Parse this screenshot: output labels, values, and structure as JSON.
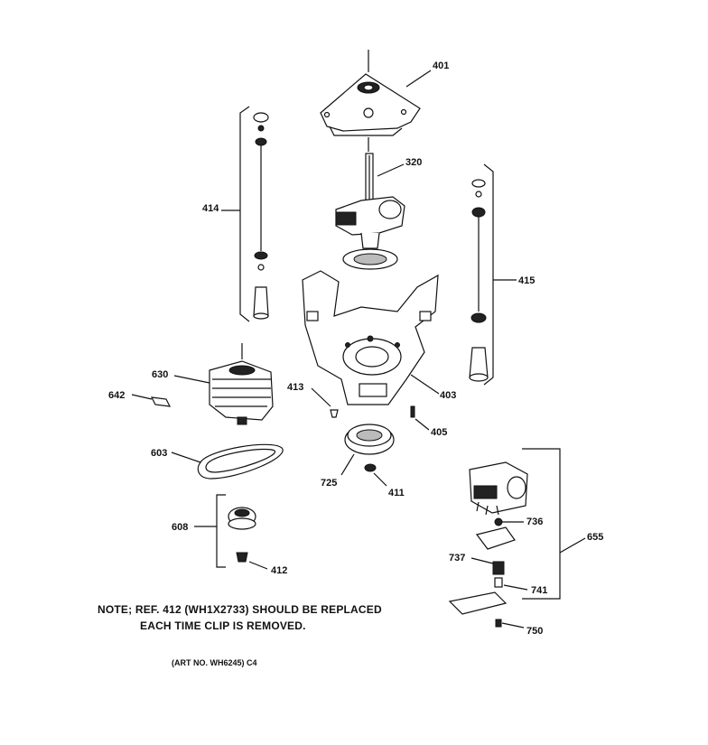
{
  "parts": [
    {
      "id": "p401",
      "label": "401"
    },
    {
      "id": "p320",
      "label": "320"
    },
    {
      "id": "p414",
      "label": "414"
    },
    {
      "id": "p415",
      "label": "415"
    },
    {
      "id": "p630",
      "label": "630"
    },
    {
      "id": "p642",
      "label": "642"
    },
    {
      "id": "p413",
      "label": "413"
    },
    {
      "id": "p403",
      "label": "403"
    },
    {
      "id": "p405",
      "label": "405"
    },
    {
      "id": "p603",
      "label": "603"
    },
    {
      "id": "p725",
      "label": "725"
    },
    {
      "id": "p411",
      "label": "411"
    },
    {
      "id": "p608",
      "label": "608"
    },
    {
      "id": "p412",
      "label": "412"
    },
    {
      "id": "p655",
      "label": "655"
    },
    {
      "id": "p736",
      "label": "736"
    },
    {
      "id": "p737",
      "label": "737"
    },
    {
      "id": "p741",
      "label": "741"
    },
    {
      "id": "p750",
      "label": "750"
    }
  ],
  "note": {
    "line1": "NOTE; REF. 412 (WH1X2733) SHOULD BE REPLACED",
    "line2": "EACH TIME CLIP IS REMOVED."
  },
  "art_number": "(ART NO. WH6245) C4"
}
